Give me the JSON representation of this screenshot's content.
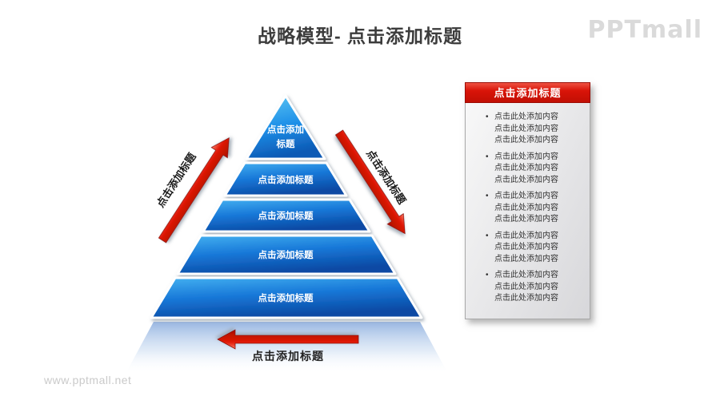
{
  "page": {
    "title": "战略模型- 点击添加标题",
    "brand": "PPTmall",
    "watermark": "www.pptmall.net"
  },
  "pyramid": {
    "top": {
      "line1": "点击添加",
      "line2": "标题"
    },
    "levels": [
      {
        "label": "点击添加标题"
      },
      {
        "label": "点击添加标题"
      },
      {
        "label": "点击添加标题"
      },
      {
        "label": "点击添加标题"
      }
    ]
  },
  "arrows": {
    "up_label": "点击添加标题",
    "down_label": "点击添加标题",
    "back_label": "点击添加标题"
  },
  "panel": {
    "header": "点击添加标题",
    "groups": [
      {
        "lines": [
          "点击此处添加内容",
          "点击此处添加内容",
          "点击此处添加内容"
        ]
      },
      {
        "lines": [
          "点击此处添加内容",
          "点击此处添加内容",
          "点击此处添加内容"
        ]
      },
      {
        "lines": [
          "点击此处添加内容",
          "点击此处添加内容",
          "点击此处添加内容"
        ]
      },
      {
        "lines": [
          "点击此处添加内容",
          "点击此处添加内容",
          "点击此处添加内容"
        ]
      },
      {
        "lines": [
          "点击此处添加内容",
          "点击此处添加内容",
          "点击此处添加内容"
        ]
      }
    ]
  },
  "colors": {
    "accent_red": "#DC1505",
    "pyramid_blue_light": "#45AEF0",
    "pyramid_blue_dark": "#0A4CA6",
    "panel_header_red": "#D81914",
    "title_text": "#3C3C3C"
  }
}
